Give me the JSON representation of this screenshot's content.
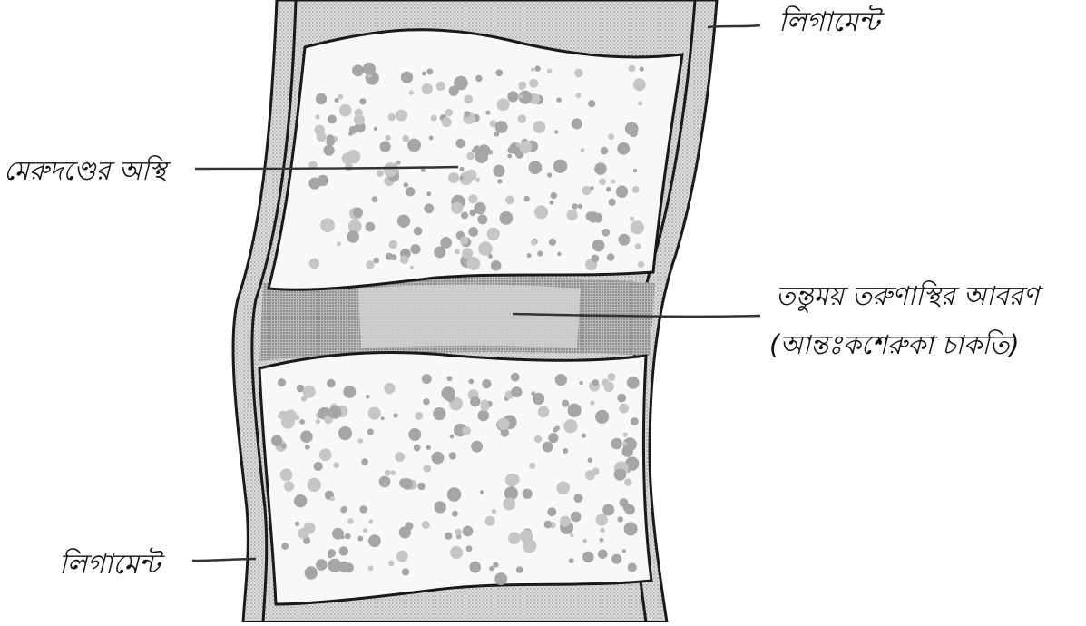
{
  "labels": {
    "ligament_top": "লিগামেন্ট",
    "vertebra_bone": "মেরুদণ্ডের অস্থি",
    "disc_line1": "তন্তুময় তরুণাস্থির আবরণ",
    "disc_line2": "(আন্তঃকশেরুকা চাকতি)",
    "ligament_bottom": "লিগামেন্ট"
  },
  "colors": {
    "ink": "#1a1a1a",
    "ligament_fill": "#c8c8c8",
    "disc_fill": "#a9a9a9",
    "disc_center_fill": "#d0d0d0",
    "bone_fill": "#f7f7f7",
    "pore_fill": "#9a9a9a"
  }
}
